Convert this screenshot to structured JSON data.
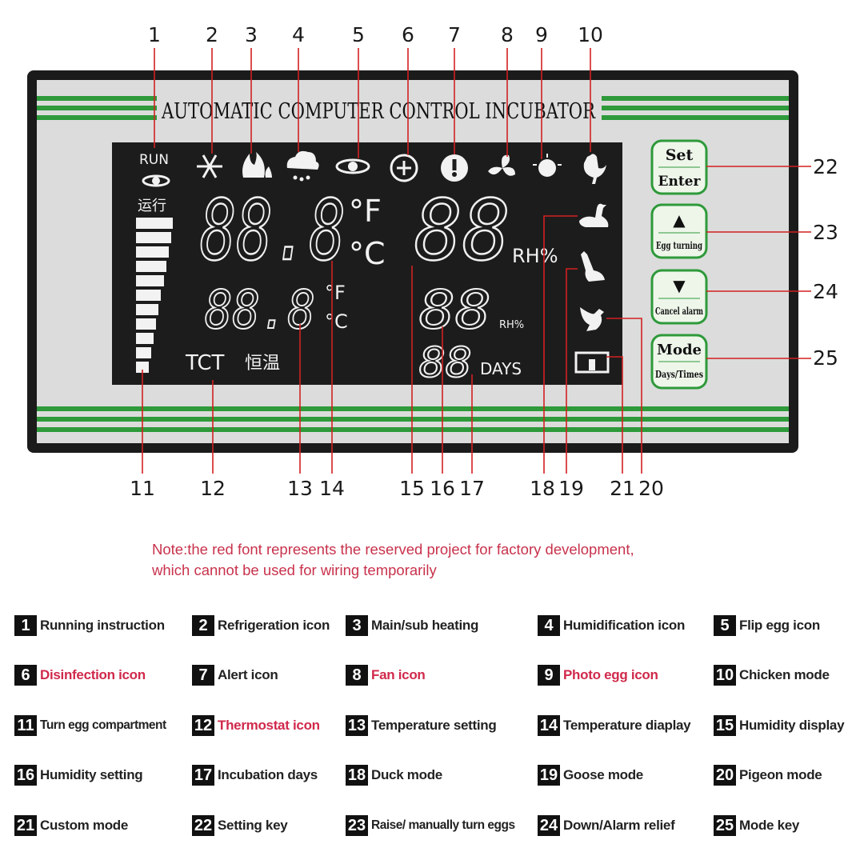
{
  "panel": {
    "title": "AUTOMATIC COMPUTER CONTROL INCUBATOR",
    "lcd": {
      "run_label": "RUN",
      "run_cn": "运行",
      "main_temp_digits": "88.8",
      "unit_f": "°F",
      "unit_c": "°C",
      "set_temp_digits": "88.8",
      "main_humidity_digits": "88",
      "humidity_unit": "RH%",
      "set_humidity_digits": "88",
      "days_digits": "88",
      "days_label": "DAYS",
      "tct_label": "TCT",
      "tct_cn": "恒温"
    },
    "buttons": {
      "set_top": "Set",
      "set_bottom": "Enter",
      "up_symbol": "▲",
      "up_label": "Egg turning",
      "down_symbol": "▼",
      "down_label": "Cancel alarm",
      "mode_top": "Mode",
      "mode_bottom": "Days/Times"
    },
    "accent_green": "#2e9a3a",
    "lcd_bg": "#1c1c1c",
    "leader_red": "#d22020"
  },
  "callouts": {
    "top": [
      "1",
      "2",
      "3",
      "4",
      "5",
      "6",
      "7",
      "8",
      "9",
      "10"
    ],
    "bottom": [
      "11",
      "12",
      "13",
      "14",
      "15",
      "16",
      "17",
      "18",
      "19",
      "21",
      "20"
    ],
    "right": [
      "22",
      "23",
      "24",
      "25"
    ]
  },
  "note": {
    "line1": "Note:the red font represents the reserved project for factory development,",
    "line2": "which cannot be used for wiring temporarily"
  },
  "legend": [
    {
      "num": "1",
      "label": "Running instruction",
      "reserved": false
    },
    {
      "num": "2",
      "label": "Refrigeration icon",
      "reserved": false
    },
    {
      "num": "3",
      "label": "Main/sub heating",
      "reserved": false
    },
    {
      "num": "4",
      "label": "Humidification icon",
      "reserved": false
    },
    {
      "num": "5",
      "label": "Flip egg icon",
      "reserved": false
    },
    {
      "num": "6",
      "label": "Disinfection icon",
      "reserved": true
    },
    {
      "num": "7",
      "label": "Alert icon",
      "reserved": false
    },
    {
      "num": "8",
      "label": "Fan icon",
      "reserved": true
    },
    {
      "num": "9",
      "label": "Photo egg icon",
      "reserved": true
    },
    {
      "num": "10",
      "label": "Chicken mode",
      "reserved": false
    },
    {
      "num": "11",
      "label": "Turn egg compartment",
      "reserved": false
    },
    {
      "num": "12",
      "label": "Thermostat icon",
      "reserved": true
    },
    {
      "num": "13",
      "label": "Temperature setting",
      "reserved": false
    },
    {
      "num": "14",
      "label": "Temperature diaplay",
      "reserved": false
    },
    {
      "num": "15",
      "label": "Humidity display",
      "reserved": false
    },
    {
      "num": "16",
      "label": "Humidity setting",
      "reserved": false
    },
    {
      "num": "17",
      "label": "Incubation days",
      "reserved": false
    },
    {
      "num": "18",
      "label": "Duck mode",
      "reserved": false
    },
    {
      "num": "19",
      "label": "Goose mode",
      "reserved": false
    },
    {
      "num": "20",
      "label": "Pigeon mode",
      "reserved": false
    },
    {
      "num": "21",
      "label": "Custom mode",
      "reserved": false
    },
    {
      "num": "22",
      "label": "Setting key",
      "reserved": false
    },
    {
      "num": "23",
      "label": "Raise/ manually turn eggs",
      "reserved": false
    },
    {
      "num": "24",
      "label": "Down/Alarm relief",
      "reserved": false
    },
    {
      "num": "25",
      "label": "Mode key",
      "reserved": false
    }
  ]
}
